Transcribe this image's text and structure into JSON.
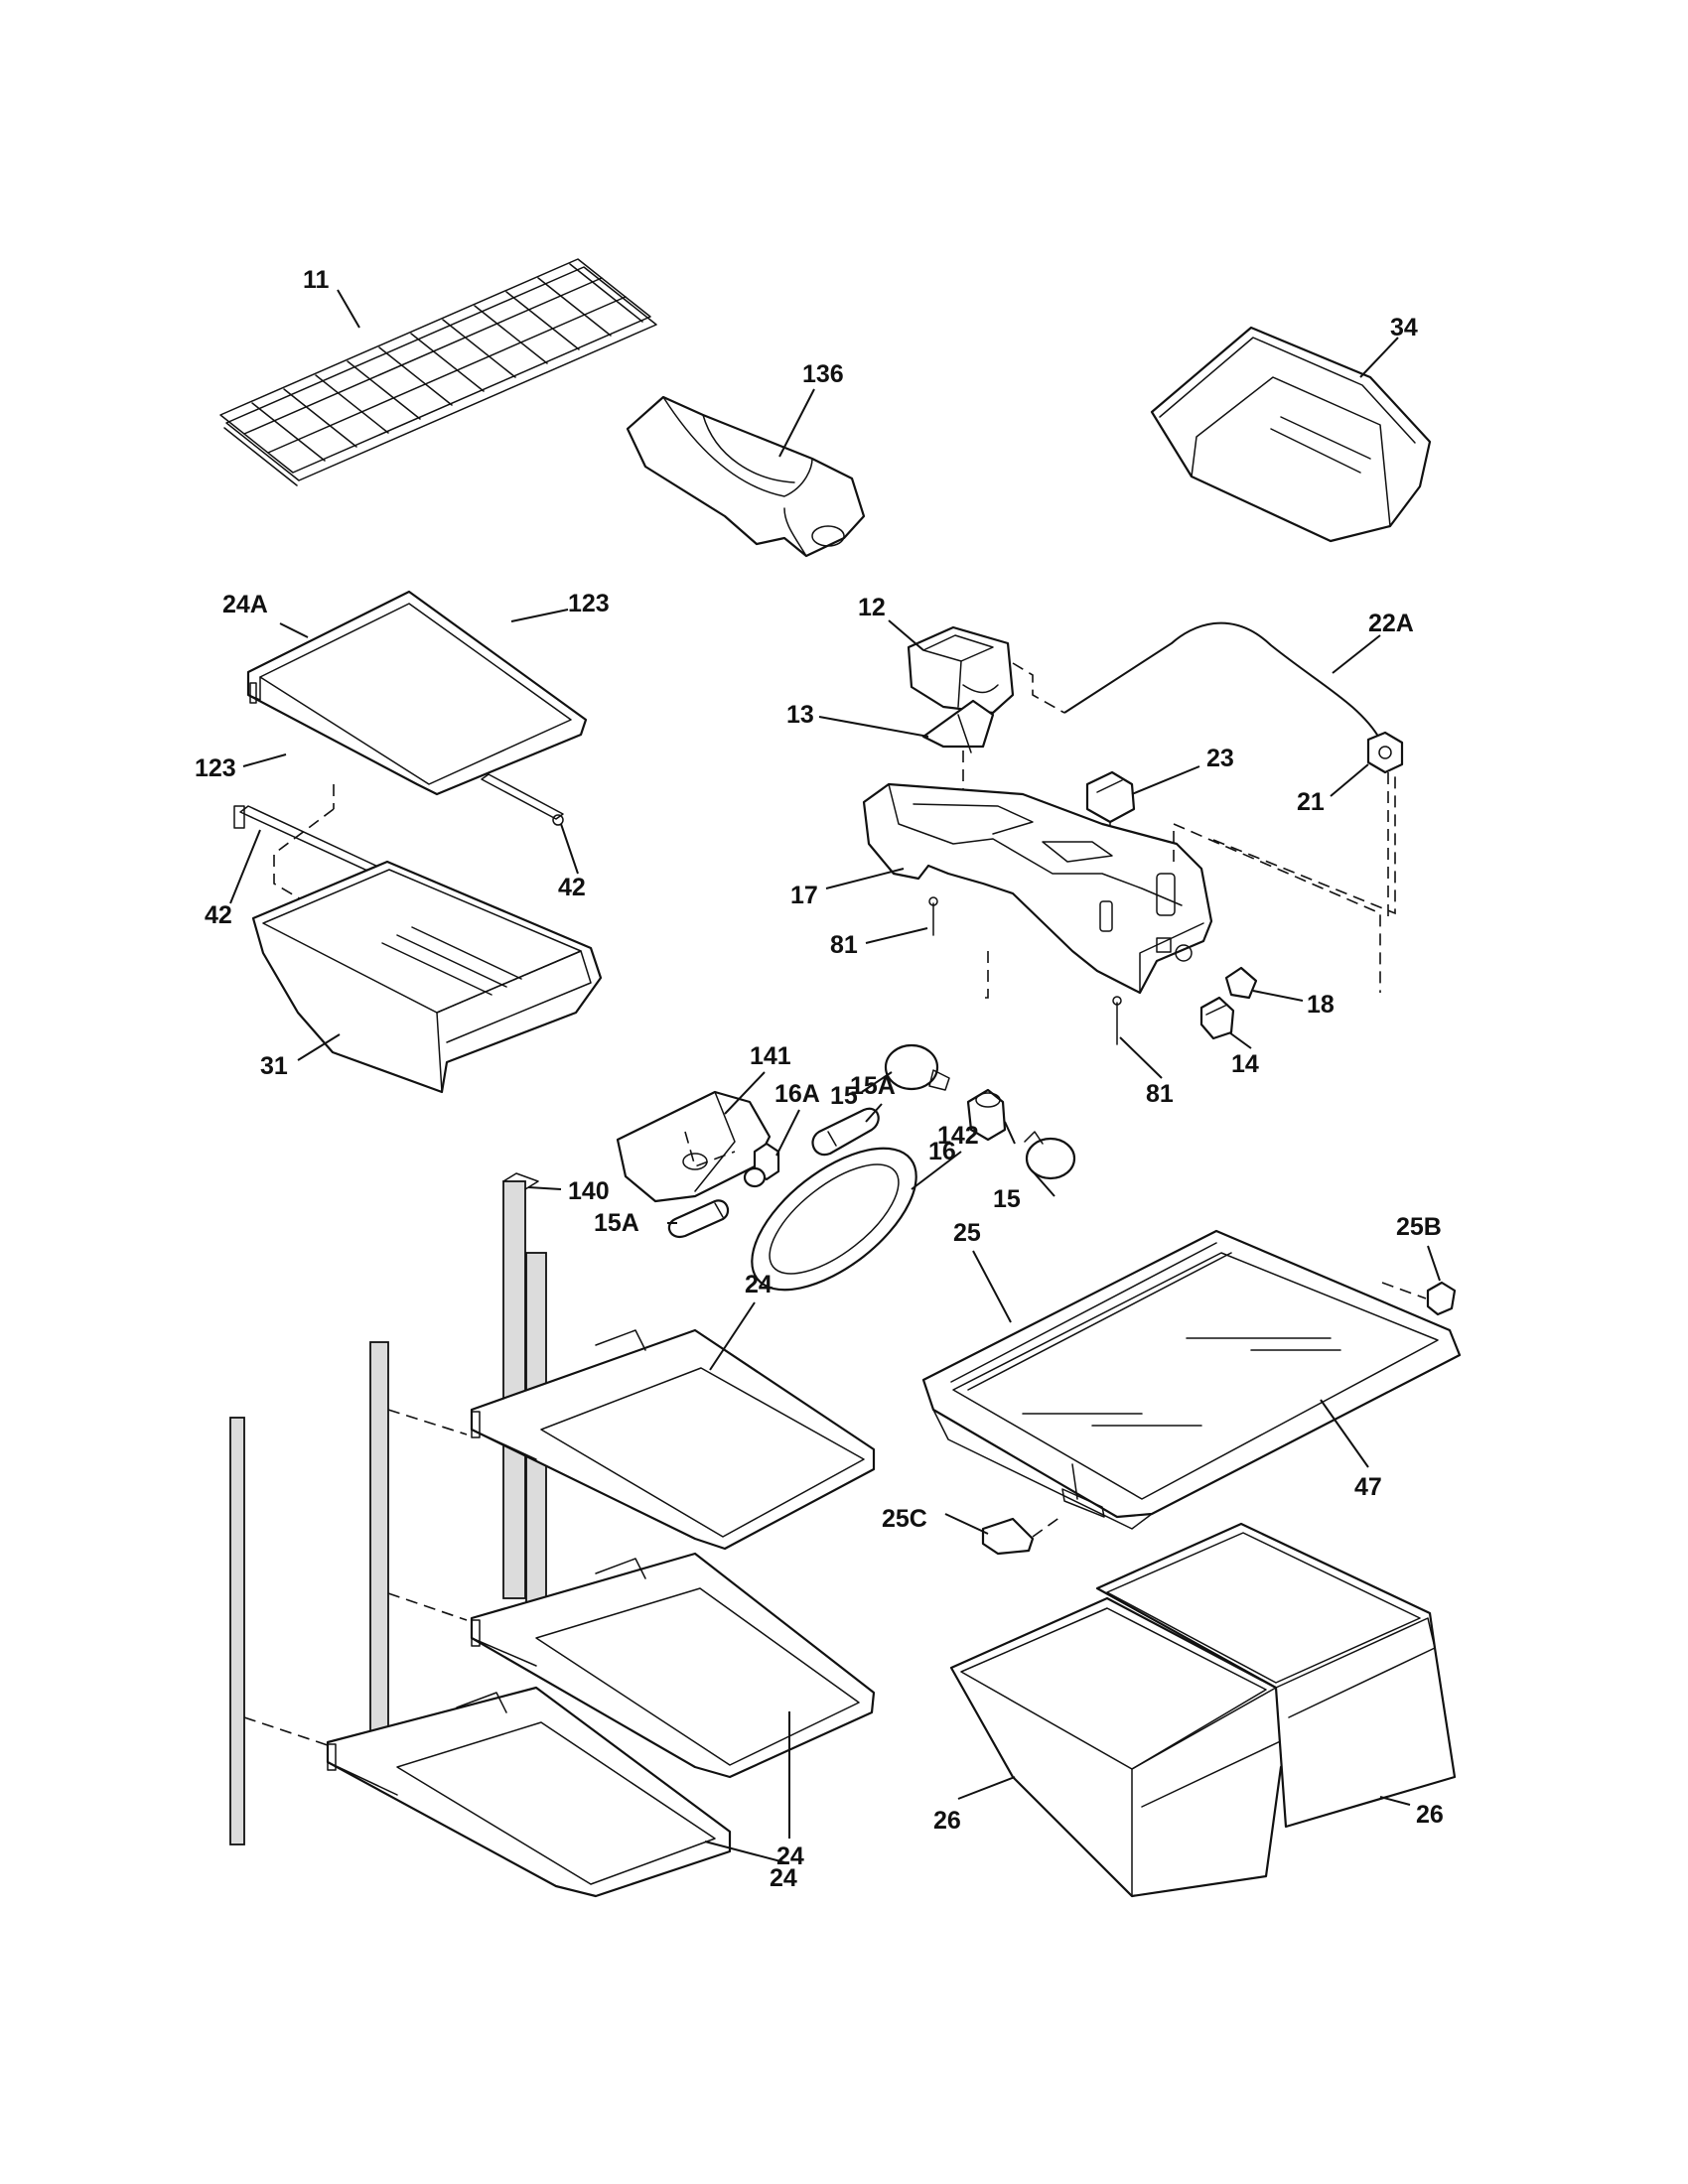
{
  "callouts": {
    "c11": "11",
    "c136": "136",
    "c34": "34",
    "c24a": "24A",
    "c123_top": "123",
    "c123_left": "123",
    "c42_right": "42",
    "c42_left": "42",
    "c31": "31",
    "c12": "12",
    "c22a": "22A",
    "c13": "13",
    "c23": "23",
    "c21": "21",
    "c17": "17",
    "c81_left": "81",
    "c81_right": "81",
    "c18": "18",
    "c14": "14",
    "c141": "141",
    "c15_left": "15",
    "c15_right": "15",
    "c16": "16",
    "c16a": "16A",
    "c15a_top": "15A",
    "c15a_left": "15A",
    "c142": "142",
    "c140": "140",
    "c25": "25",
    "c25b": "25B",
    "c25c": "25C",
    "c47": "47",
    "c24_top": "24",
    "c24_mid": "24",
    "c24_bottom": "24",
    "c26_left": "26",
    "c26_right": "26"
  }
}
